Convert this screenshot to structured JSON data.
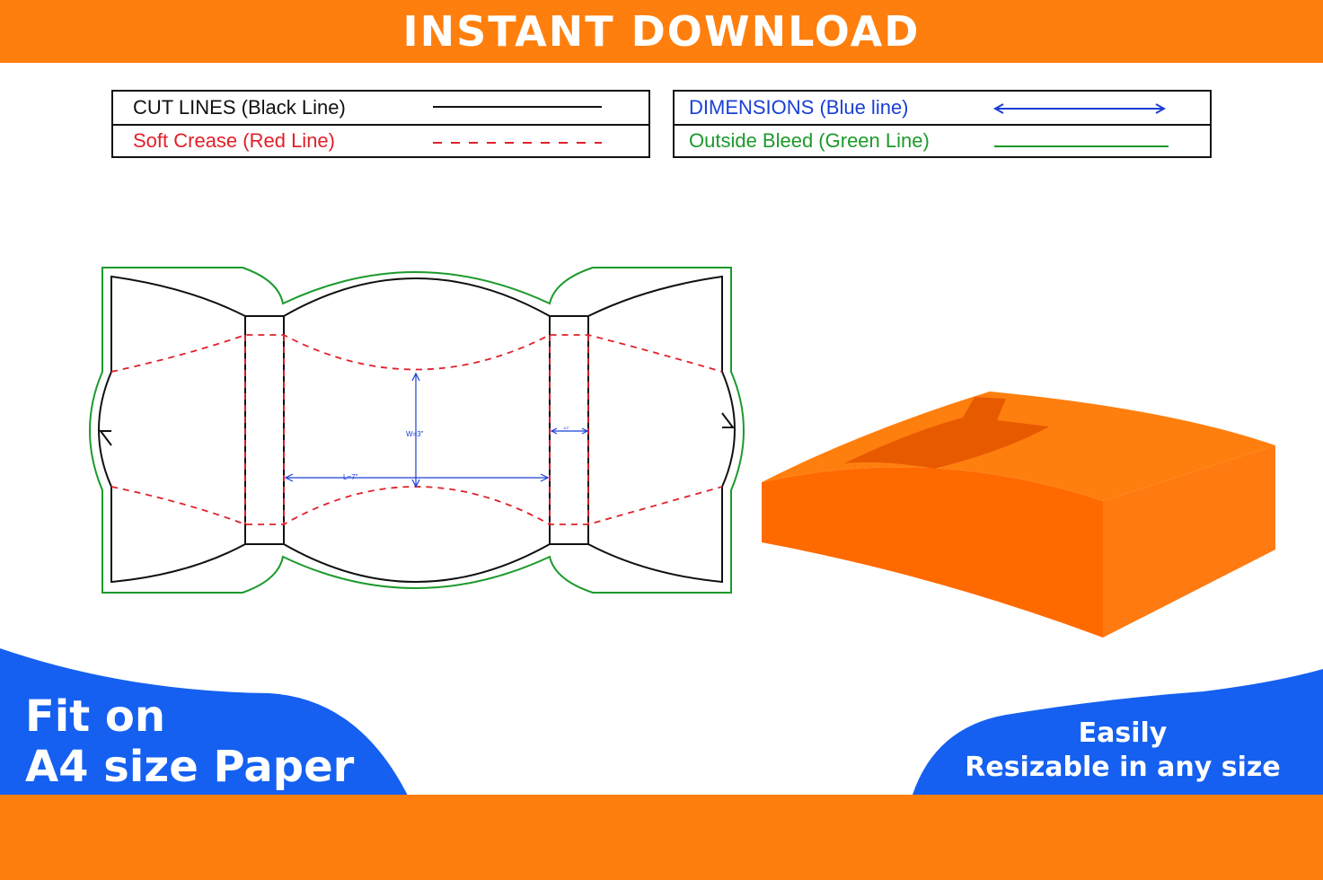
{
  "banner": {
    "title": "INSTANT DOWNLOAD"
  },
  "legend_left": {
    "cut_lines": "CUT LINES (Black Line)",
    "soft_crease": "Soft Crease (Red Line)"
  },
  "legend_right": {
    "dimensions": "DIMENSIONS (Blue line)",
    "outside_bleed": "Outside Bleed (Green Line)"
  },
  "dieline": {
    "width_label": "W=3\"",
    "length_label": "L=7\"",
    "side_label": "1/2\""
  },
  "footer": {
    "left_line1": "Fit on",
    "left_line2": "A4 size Paper",
    "right_line1": "Easily",
    "right_line2": "Resizable in any size"
  },
  "colors": {
    "orange": "#ff7f0e",
    "blue": "#1560f0",
    "cut": "#111111",
    "crease": "#e0202a",
    "dimension": "#1a3fd6",
    "bleed": "#1c9a2c",
    "box_main": "#ff6a00",
    "box_dark": "#e85a00"
  }
}
